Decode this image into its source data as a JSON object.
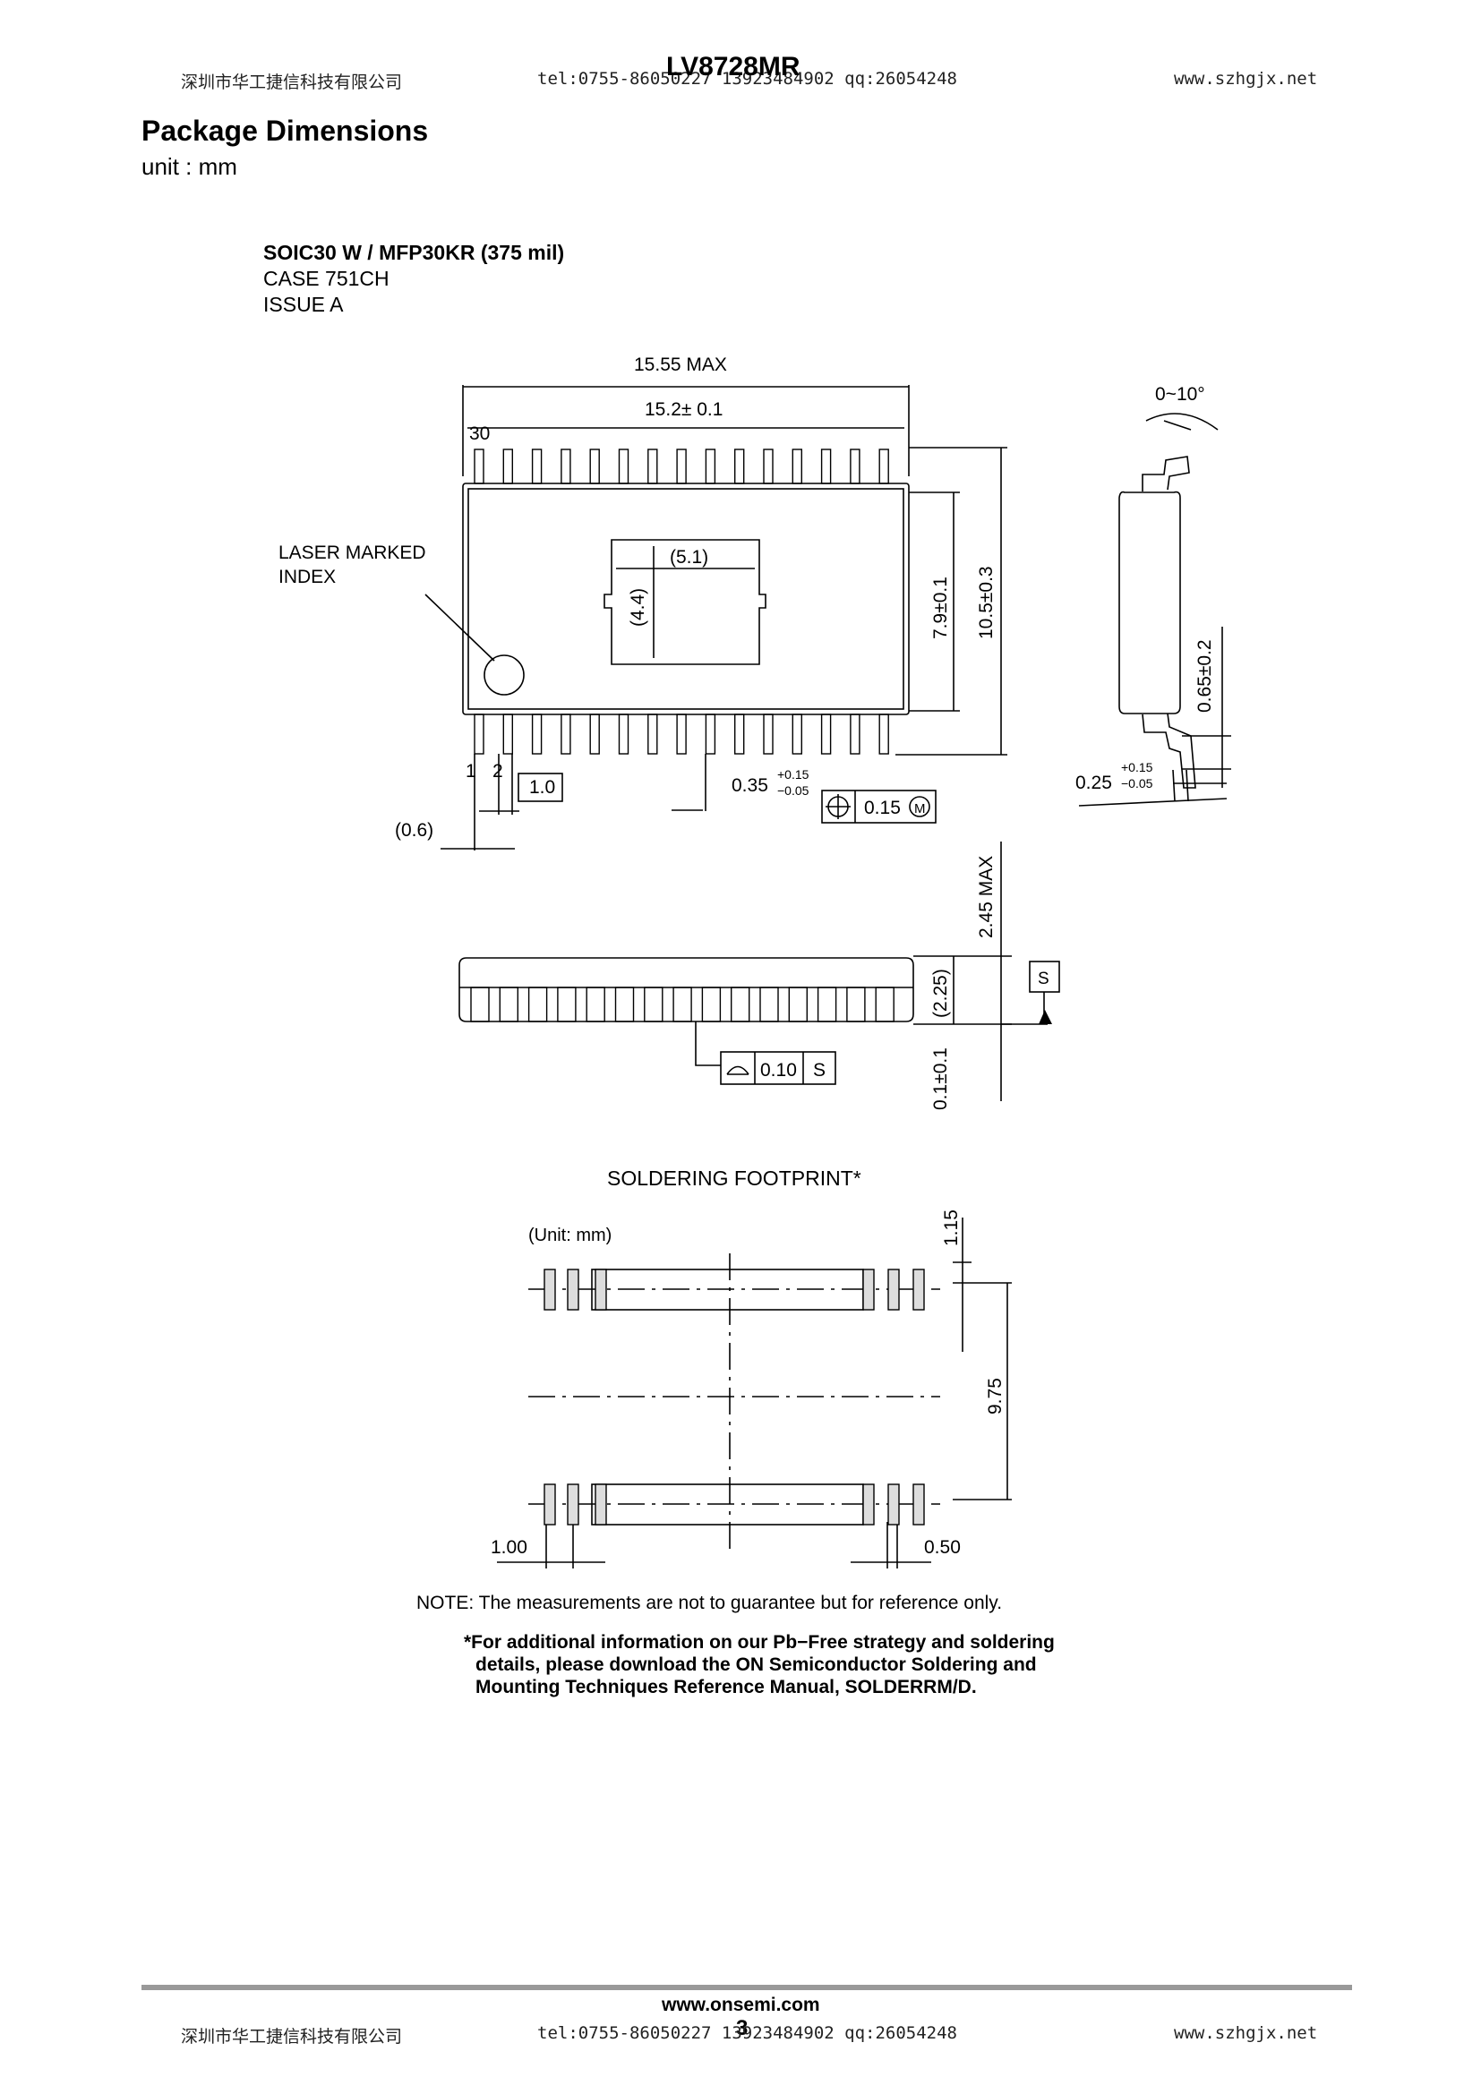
{
  "header": {
    "company_cn": "深圳市华工捷信科技有限公司",
    "contact": "tel:0755-86050227  13923484902 qq:26054248",
    "part_number": "LV8728MR",
    "website": "www.szhgjx.net"
  },
  "section": {
    "title": "Package Dimensions",
    "unit": "unit : mm"
  },
  "package": {
    "name": "SOIC30 W / MFP30KR (375 mil)",
    "case": "CASE 751CH",
    "issue": "ISSUE A"
  },
  "drawing": {
    "dim_length_max": "15.55 MAX",
    "dim_length": "15.2± 0.1",
    "pin_30": "30",
    "pin_1": "1",
    "pin_2": "2",
    "laser_line1": "LASER MARKED",
    "laser_line2": "INDEX",
    "pad_width": "(5.1)",
    "pad_height": "(4.4)",
    "body_width": "7.9±0.1",
    "total_width": "10.5±0.3",
    "pitch": "1.0",
    "lead_width": "0.35",
    "lead_width_plus": "+0.15",
    "lead_width_minus": "−0.05",
    "position_tol": "0.15",
    "mmc_symbol": "M",
    "end_offset": "(0.6)",
    "angle": "0~10°",
    "foot_length": "0.65±0.2",
    "lead_thickness": "0.25",
    "lead_thickness_plus": "+0.15",
    "lead_thickness_minus": "−0.05",
    "height_max": "2.45 MAX",
    "body_height": "(2.25)",
    "standoff": "0.1±0.1",
    "datum_s": "S",
    "coplanarity": "0.10",
    "coplanarity_datum": "S"
  },
  "footprint": {
    "title": "SOLDERING FOOTPRINT*",
    "unit": "(Unit: mm)",
    "pad_length": "1.15",
    "row_spacing": "9.75",
    "pitch": "1.00",
    "pad_width": "0.50"
  },
  "note": "NOTE: The measurements are not to guarantee but for reference only.",
  "footnote": {
    "line1": "*For additional information on our Pb−Free strategy and soldering",
    "line2": "details, please download the ON Semiconductor Soldering and",
    "line3": "Mounting Techniques Reference Manual, SOLDERRM/D."
  },
  "footer": {
    "url": "www.onsemi.com",
    "page_number": "3",
    "company_cn": "深圳市华工捷信科技有限公司",
    "contact": "tel:0755-86050227  13923484902 qq:26054248",
    "website": "www.szhgjx.net"
  }
}
